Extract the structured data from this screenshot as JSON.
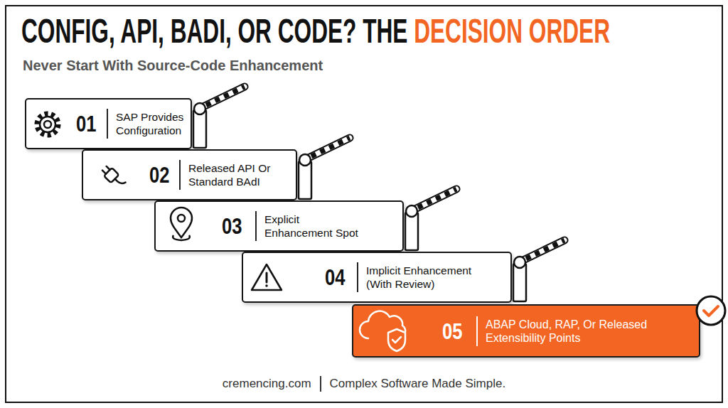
{
  "diagram": {
    "title": "CONFIG, API, BADI, OR CODE? THE",
    "caption": "Never Start With Source-Code Enhancement",
    "nodes": [
      {
        "text": [
          "01",
          "SAP Provides Configuration"
        ]
      },
      {
        "text": [
          "02",
          "Released API Or Standard BAdI"
        ]
      },
      {
        "text": [
          "03",
          "Explicit Enhancement Spot"
        ]
      },
      {
        "text": [
          "04",
          "Implicit Enhancement (With Review)"
        ]
      },
      {
        "text": [
          "05",
          "ABAP Cloud, RAP, Or Released Extensibility Points"
        ]
      }
    ],
    "labels": [
      "DECISION ORDER",
      "cremencing.com",
      "Complex Software Made Simple."
    ]
  }
}
